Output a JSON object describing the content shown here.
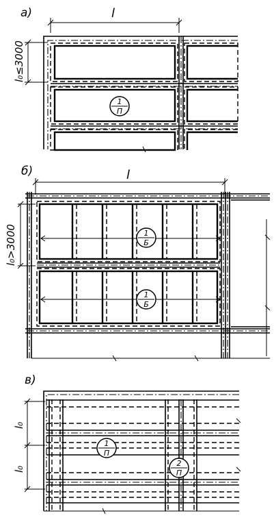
{
  "panels": [
    {
      "id": "a",
      "label": "а)",
      "span_label": "l",
      "height_label": "l₀≤3000",
      "slab_mark": {
        "num": "1",
        "den": "П"
      }
    },
    {
      "id": "b",
      "label": "б)",
      "span_label": "l",
      "height_label": "l₀>3000",
      "slab_marks": [
        {
          "num": "1",
          "den": "Б"
        },
        {
          "num": "1",
          "den": "Б"
        }
      ]
    },
    {
      "id": "c",
      "label": "в)",
      "height_labels": [
        "l₀",
        "l₀"
      ],
      "slab_marks": [
        {
          "num": "1",
          "den": "П"
        },
        {
          "num": "2",
          "den": "П"
        }
      ]
    }
  ]
}
